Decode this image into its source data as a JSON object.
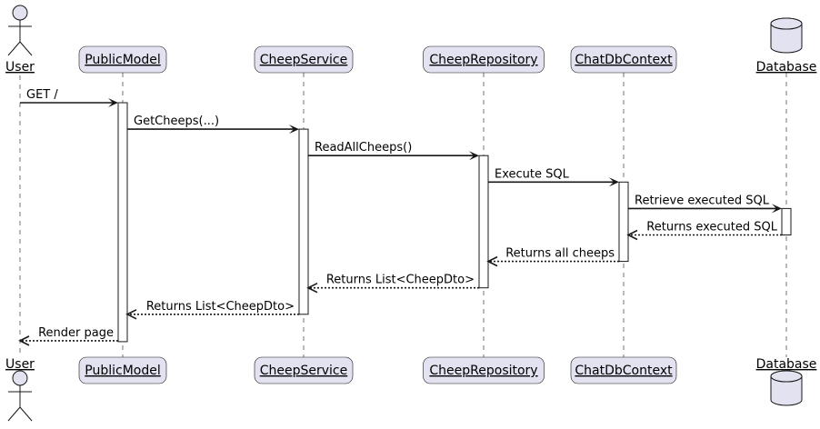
{
  "participants": [
    {
      "id": "user",
      "label": "User",
      "kind": "actor"
    },
    {
      "id": "publicmodel",
      "label": "PublicModel",
      "kind": "participant"
    },
    {
      "id": "cheepservice",
      "label": "CheepService",
      "kind": "participant"
    },
    {
      "id": "cheeprepository",
      "label": "CheepRepository",
      "kind": "participant"
    },
    {
      "id": "chatdbcontext",
      "label": "ChatDbContext",
      "kind": "participant"
    },
    {
      "id": "database",
      "label": "Database",
      "kind": "database"
    }
  ],
  "messages": [
    {
      "from": "user",
      "to": "publicmodel",
      "label": "GET /",
      "type": "sync"
    },
    {
      "from": "publicmodel",
      "to": "cheepservice",
      "label": "GetCheeps(...)",
      "type": "sync"
    },
    {
      "from": "cheepservice",
      "to": "cheeprepository",
      "label": "ReadAllCheeps()",
      "type": "sync"
    },
    {
      "from": "cheeprepository",
      "to": "chatdbcontext",
      "label": "Execute SQL",
      "type": "sync"
    },
    {
      "from": "chatdbcontext",
      "to": "database",
      "label": "Retrieve executed SQL",
      "type": "sync"
    },
    {
      "from": "database",
      "to": "chatdbcontext",
      "label": "Returns executed SQL",
      "type": "return"
    },
    {
      "from": "chatdbcontext",
      "to": "cheeprepository",
      "label": "Returns all cheeps",
      "type": "return"
    },
    {
      "from": "cheeprepository",
      "to": "cheepservice",
      "label": "Returns List<CheepDto>",
      "type": "return"
    },
    {
      "from": "cheepservice",
      "to": "publicmodel",
      "label": "Returns List<CheepDto>",
      "type": "return"
    },
    {
      "from": "publicmodel",
      "to": "user",
      "label": "Render page",
      "type": "return"
    }
  ],
  "activations": [
    {
      "participant": "publicmodel",
      "start": 0,
      "end": 9
    },
    {
      "participant": "cheepservice",
      "start": 1,
      "end": 8
    },
    {
      "participant": "cheeprepository",
      "start": 2,
      "end": 7
    },
    {
      "participant": "chatdbcontext",
      "start": 3,
      "end": 6
    },
    {
      "participant": "database",
      "start": 4,
      "end": 5
    }
  ],
  "colors": {
    "participant_fill": "#e2e2f0",
    "stroke": "#181818",
    "text": "#000000",
    "background": "#ffffff"
  }
}
